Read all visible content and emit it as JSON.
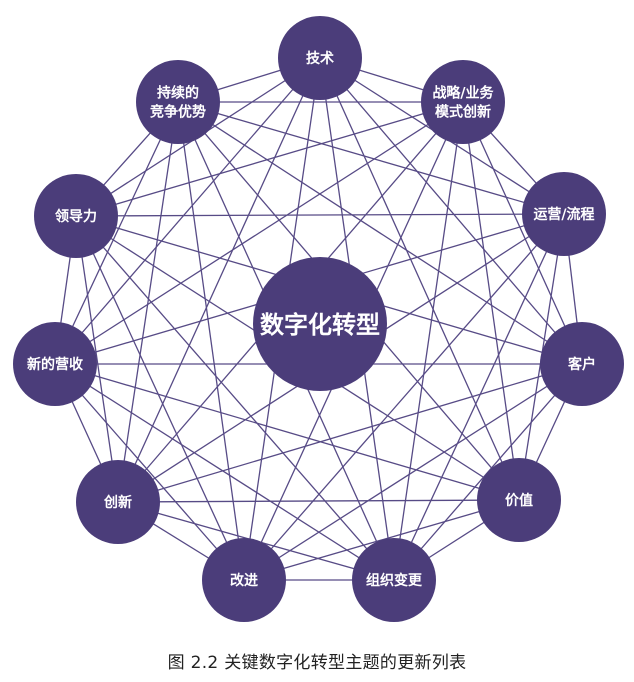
{
  "diagram": {
    "center_label": "数字化转型",
    "nodes": [
      {
        "lines": [
          "技术"
        ]
      },
      {
        "lines": [
          "战略/业务",
          "模式创新"
        ]
      },
      {
        "lines": [
          "运营/流程"
        ]
      },
      {
        "lines": [
          "客户"
        ]
      },
      {
        "lines": [
          "价值"
        ]
      },
      {
        "lines": [
          "组织变更"
        ]
      },
      {
        "lines": [
          "改进"
        ]
      },
      {
        "lines": [
          "创新"
        ]
      },
      {
        "lines": [
          "新的营收"
        ]
      },
      {
        "lines": [
          "领导力"
        ]
      },
      {
        "lines": [
          "持续的",
          "竞争优势"
        ]
      }
    ]
  },
  "caption": "图 2.2  关键数字化转型主题的更新列表",
  "colors": {
    "node_fill": "#4b3d7a",
    "edge_stroke": "#574b86",
    "text": "#ffffff"
  }
}
